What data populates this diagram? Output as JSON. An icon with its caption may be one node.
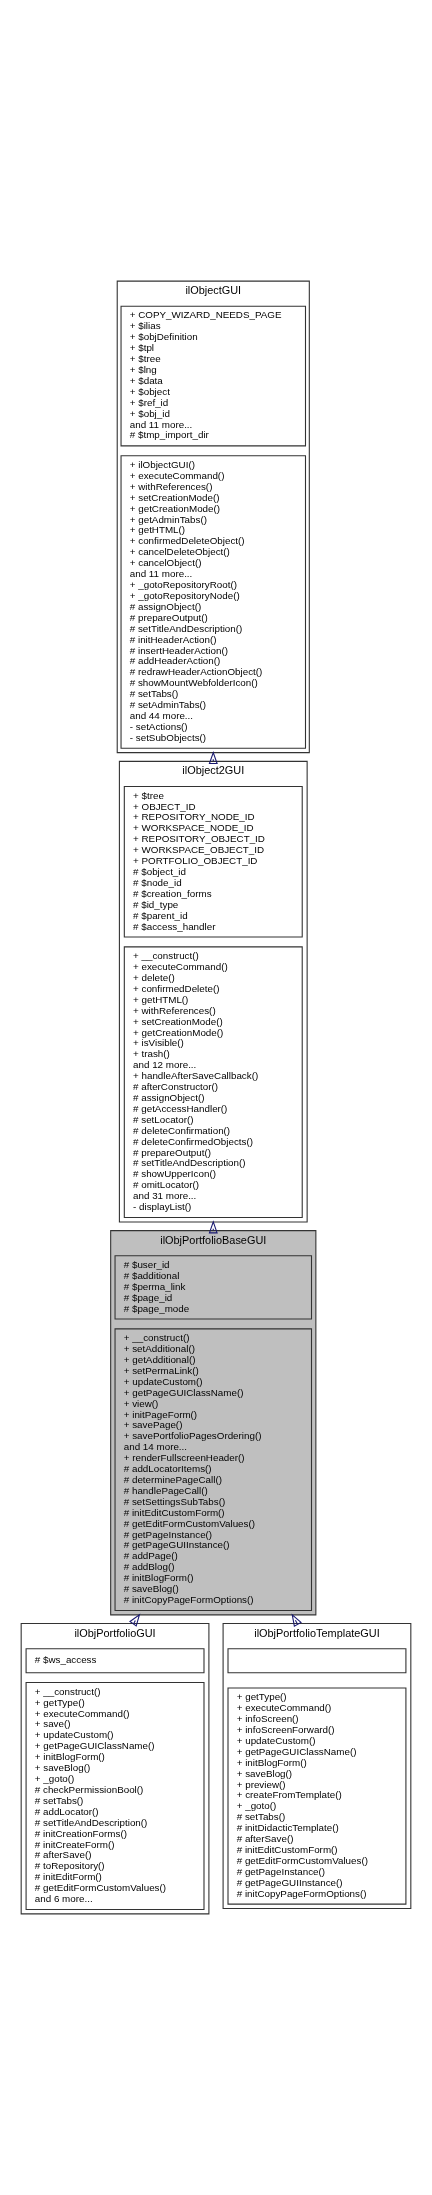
{
  "diagram": {
    "nodes": [
      {
        "text": [
          "ilObjectGUI"
        ]
      },
      {
        "text": [
          "+ COPY_WIZARD_NEEDS_PAGE",
          "+ $ilias",
          "+ $objDefinition",
          "+ $tpl",
          "+ $tree",
          "+ $lng",
          "+ $data",
          "+ $object",
          "+ $ref_id",
          "+ $obj_id",
          "and 11 more...",
          "# $tmp_import_dir"
        ],
        "in": 0
      },
      {
        "text": [
          "+ ilObjectGUI()",
          "+ executeCommand()",
          "+ withReferences()",
          "+ setCreationMode()",
          "+ getCreationMode()",
          "+ getAdminTabs()",
          "+ getHTML()",
          "+ confirmedDeleteObject()",
          "+ cancelDeleteObject()",
          "+ cancelObject()",
          "and 11 more...",
          "+ _gotoRepositoryRoot()",
          "+ _gotoRepositoryNode()",
          "# assignObject()",
          "# prepareOutput()",
          "# setTitleAndDescription()",
          "# initHeaderAction()",
          "# insertHeaderAction()",
          "# addHeaderAction()",
          "# redrawHeaderActionObject()",
          "# showMountWebfolderIcon()",
          "# setTabs()",
          "# setAdminTabs()",
          "and 44 more...",
          "- setActions()",
          "- setSubObjects()"
        ],
        "in": 0
      },
      {
        "text": [
          "ilObject2GUI"
        ]
      },
      {
        "text": [
          "+ $tree",
          "+ OBJECT_ID",
          "+ REPOSITORY_NODE_ID",
          "+ WORKSPACE_NODE_ID",
          "+ REPOSITORY_OBJECT_ID",
          "+ WORKSPACE_OBJECT_ID",
          "+ PORTFOLIO_OBJECT_ID",
          "# $object_id",
          "# $node_id",
          "# $creation_forms",
          "# $id_type",
          "# $parent_id",
          "# $access_handler"
        ],
        "in": 3
      },
      {
        "text": [
          "+ __construct()",
          "+ executeCommand()",
          "+ delete()",
          "+ confirmedDelete()",
          "+ getHTML()",
          "+ withReferences()",
          "+ setCreationMode()",
          "+ getCreationMode()",
          "+ isVisible()",
          "+ trash()",
          "and 12 more...",
          "+ handleAfterSaveCallback()",
          "# afterConstructor()",
          "# assignObject()",
          "# getAccessHandler()",
          "# setLocator()",
          "# deleteConfirmation()",
          "# deleteConfirmedObjects()",
          "# prepareOutput()",
          "# setTitleAndDescription()",
          "# showUpperIcon()",
          "# omitLocator()",
          "and 31 more...",
          "- displayList()"
        ],
        "in": 3
      },
      {
        "text": [
          "ilObjPortfolioBaseGUI"
        ]
      },
      {
        "text": [
          "# $user_id",
          "# $additional",
          "# $perma_link",
          "# $page_id",
          "# $page_mode"
        ],
        "in": 6
      },
      {
        "text": [
          "+ __construct()",
          "+ setAdditional()",
          "+ getAdditional()",
          "+ setPermaLink()",
          "+ updateCustom()",
          "+ getPageGUIClassName()",
          "+ view()",
          "+ initPageForm()",
          "+ savePage()",
          "+ savePortfolioPagesOrdering()",
          "and 14 more...",
          "+ renderFullscreenHeader()",
          "# addLocatorItems()",
          "# determinePageCall()",
          "# handlePageCall()",
          "# setSettingsSubTabs()",
          "# initEditCustomForm()",
          "# getEditFormCustomValues()",
          "# getPageInstance()",
          "# getPageGUIInstance()",
          "# addPage()",
          "# addBlog()",
          "# initBlogForm()",
          "# saveBlog()",
          "# initCopyPageFormOptions()"
        ],
        "in": 6
      },
      {
        "text": [
          "ilObjPortfolioGUI"
        ]
      },
      {
        "text": [
          "# $ws_access"
        ],
        "in": 9
      },
      {
        "text": [
          "+ __construct()",
          "+ getType()",
          "+ executeCommand()",
          "+ save()",
          "+ updateCustom()",
          "+ getPageGUIClassName()",
          "+ initBlogForm()",
          "+ saveBlog()",
          "+ _goto()",
          "# checkPermissionBool()",
          "# setTabs()",
          "# addLocator()",
          "# setTitleAndDescription()",
          "# initCreationForms()",
          "# initCreateForm()",
          "# afterSave()",
          "# toRepository()",
          "# initEditForm()",
          "# getEditFormCustomValues()",
          "and 6 more..."
        ],
        "in": 9
      },
      {
        "text": [
          "ilObjPortfolioTemplateGUI"
        ]
      },
      {
        "text": [],
        "shape": "box",
        "in": 12
      },
      {
        "text": [
          "+ getType()",
          "+ executeCommand()",
          "+ infoScreen()",
          "+ infoScreenForward()",
          "+ updateCustom()",
          "+ getPageGUIClassName()",
          "+ initBlogForm()",
          "+ saveBlog()",
          "+ preview()",
          "+ createFromTemplate()",
          "+ _goto()",
          "# setTabs()",
          "# initDidacticTemplate()",
          "# afterSave()",
          "# initEditCustomForm()",
          "# getEditFormCustomValues()",
          "# getPageInstance()",
          "# getPageGUIInstance()",
          "# initCopyPageFormOptions()"
        ],
        "in": 12
      }
    ],
    "edges": [
      {
        "from": 3,
        "to": 0,
        "arrow": "to"
      },
      {
        "from": 6,
        "to": 3,
        "arrow": "to"
      },
      {
        "from": 9,
        "to": 6,
        "arrow": "to"
      },
      {
        "from": 12,
        "to": 6,
        "arrow": "to"
      }
    ]
  }
}
